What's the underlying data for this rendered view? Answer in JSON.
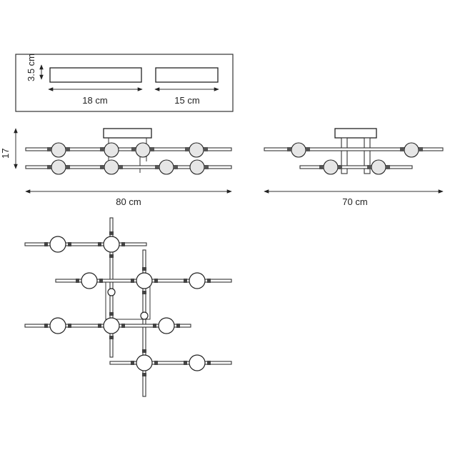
{
  "module_box": {
    "height_label": "3.5 cm",
    "width_label_a": "18 cm",
    "width_label_b": "15 cm"
  },
  "front_view": {
    "height_label": "17",
    "width_label": "80 cm"
  },
  "side_view": {
    "width_label": "70 cm"
  }
}
